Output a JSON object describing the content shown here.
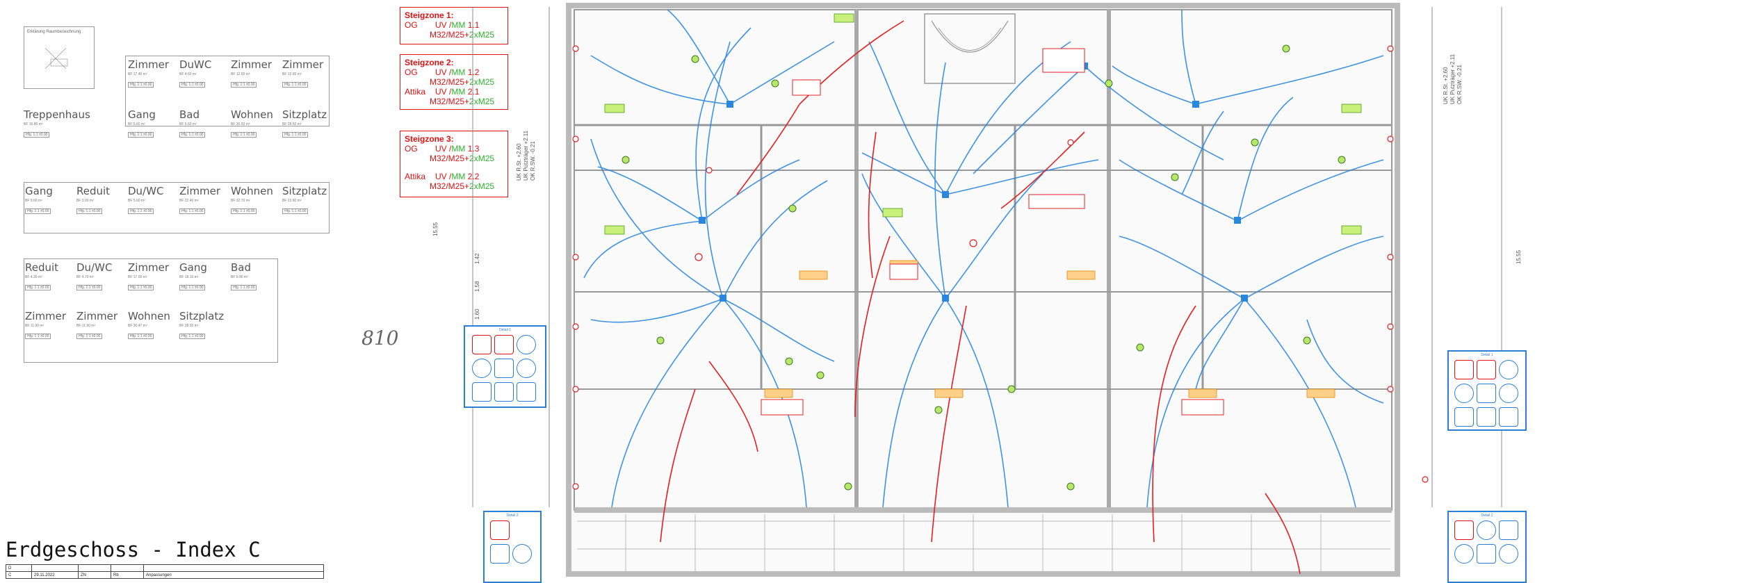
{
  "drawing": {
    "title": "Erdgeschoss - Index C",
    "scale_note": "810",
    "revision": {
      "row1": [
        "D",
        "",
        "",
        "",
        ""
      ],
      "row2": [
        "C",
        "29.11.2022",
        "ZN",
        "Rb",
        "Anpassungen"
      ]
    }
  },
  "legend": {
    "key_title": "Erklärung Raumbezeichnung",
    "rows": [
      {
        "rooms": [
          "Zimmer",
          "DuWC",
          "Zimmer",
          "Zimmer"
        ]
      },
      {
        "rooms": [
          "Treppenhaus",
          "Gang",
          "Bad",
          "Wohnen",
          "Sitzplatz"
        ]
      },
      {
        "rooms": [
          "Gang",
          "Reduit",
          "Du/WC",
          "Zimmer",
          "Wohnen",
          "Sitzplatz"
        ]
      },
      {
        "rooms": [
          "Reduit",
          "Du/WC",
          "Zimmer",
          "Gang",
          "Bad"
        ]
      },
      {
        "rooms": [
          "Zimmer",
          "Zimmer",
          "Wohnen",
          "Sitzplatz"
        ]
      }
    ]
  },
  "steigzonen": [
    {
      "title": "Steigzone 1:",
      "lines": [
        {
          "floor": "OG",
          "uv": "UV /",
          "mm": "MM",
          "num": "1.1"
        }
      ],
      "conduit": "M32/M25+",
      "conduit_green": "2xM25"
    },
    {
      "title": "Steigzone 2:",
      "lines": [
        {
          "floor": "OG",
          "uv": "UV /",
          "mm": "MM",
          "num": "1.2"
        },
        {
          "floor": "Attika",
          "uv": "UV /",
          "mm": "MM",
          "num": "2.1"
        }
      ],
      "conduit": "M32/M25+",
      "conduit_green": "2xM25"
    },
    {
      "title": "Steigzone 3:",
      "lines": [
        {
          "floor": "OG",
          "uv": "UV /",
          "mm": "MM",
          "num": "1.3"
        },
        {
          "floor": "Attika",
          "uv": "UV /",
          "mm": "MM",
          "num": "2.2"
        }
      ],
      "conduit": "M32/M25+",
      "conduit_green": "2xM25"
    }
  ],
  "details": {
    "detail1": "Detail 1",
    "detail2": "Detail 2",
    "detail3": "Detail 1",
    "detail4": "Detail 2"
  },
  "dimensions": {
    "left_levels": [
      "UK R.St. +2.60",
      "UK Putzträger +2.11",
      "OK R.SW. -0.21"
    ],
    "right_levels": [
      "UK R.St. +2.60",
      "UK Putzträger +2.11",
      "OK R.SW. -0.21"
    ],
    "side_dims": [
      "15.55",
      "1.42",
      "1.60",
      "1.58"
    ]
  },
  "colors": {
    "cable_blue": "#2a87e0",
    "cable_red": "#e02020",
    "wall_gray": "#9a9a9a",
    "device_green": "#8bd44a",
    "label_orange": "#ffb84a"
  }
}
